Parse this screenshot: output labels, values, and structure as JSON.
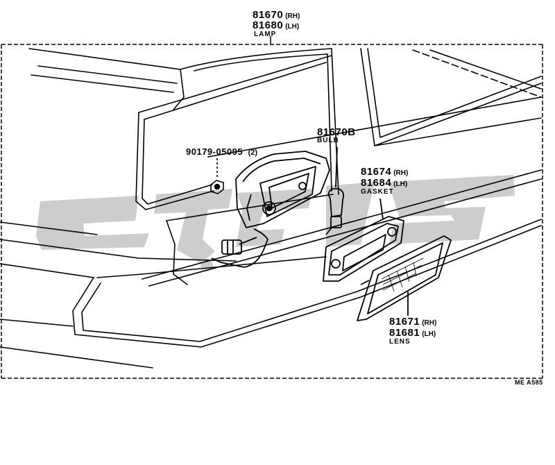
{
  "parts": {
    "lamp": {
      "pn_rh": "81670",
      "sfx_rh": "(RH)",
      "pn_lh": "81680",
      "sfx_lh": "(LH)",
      "name": "LAMP"
    },
    "bulb": {
      "pn": "81670B",
      "name": "BULB"
    },
    "nut": {
      "pn": "90179-05095",
      "qty": "(2)"
    },
    "gasket": {
      "pn_rh": "81674",
      "sfx_rh": "(RH)",
      "pn_lh": "81684",
      "sfx_lh": "(LH)",
      "name": "GASKET"
    },
    "lens": {
      "pn_rh": "81671",
      "sfx_rh": "(RH)",
      "pn_lh": "81681",
      "sfx_lh": "(LH)",
      "name": "LENS"
    }
  },
  "diagram_code": "ME  A585",
  "colors": {
    "line": "#000000",
    "watermark": "#c4c4c4",
    "background": "#ffffff"
  }
}
